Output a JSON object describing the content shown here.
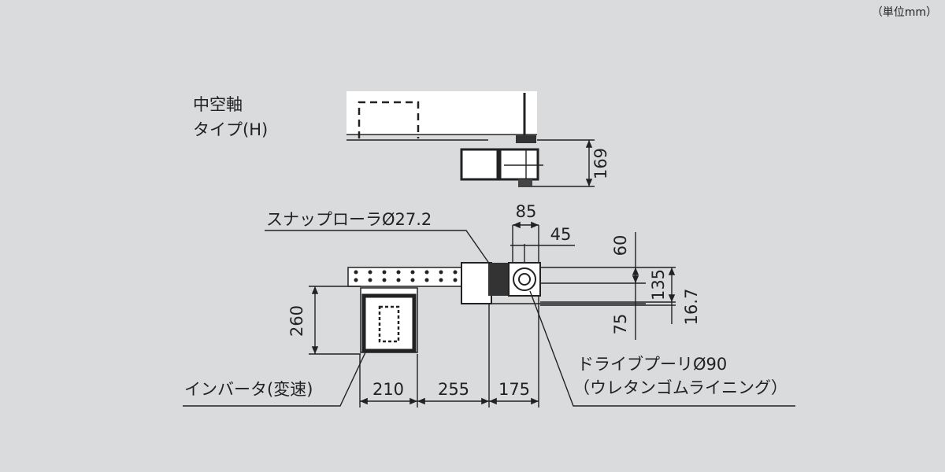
{
  "unit_note": "（単位mm）",
  "type_label": {
    "line1": "中空軸",
    "line2": "タイプ(H)"
  },
  "callouts": {
    "snap_roller": "スナップローラØ27.2",
    "drive_pulley": "ドライブプーリØ90",
    "drive_pulley_note": "（ウレタンゴムライニング）",
    "inverter": "インバータ(変速)"
  },
  "dimensions": {
    "d169": "169",
    "d85": "85",
    "d45": "45",
    "d60": "60",
    "d135": "135",
    "d16_7": "16.7",
    "d75": "75",
    "d260": "260",
    "d210": "210",
    "d255": "255",
    "d175": "175"
  }
}
